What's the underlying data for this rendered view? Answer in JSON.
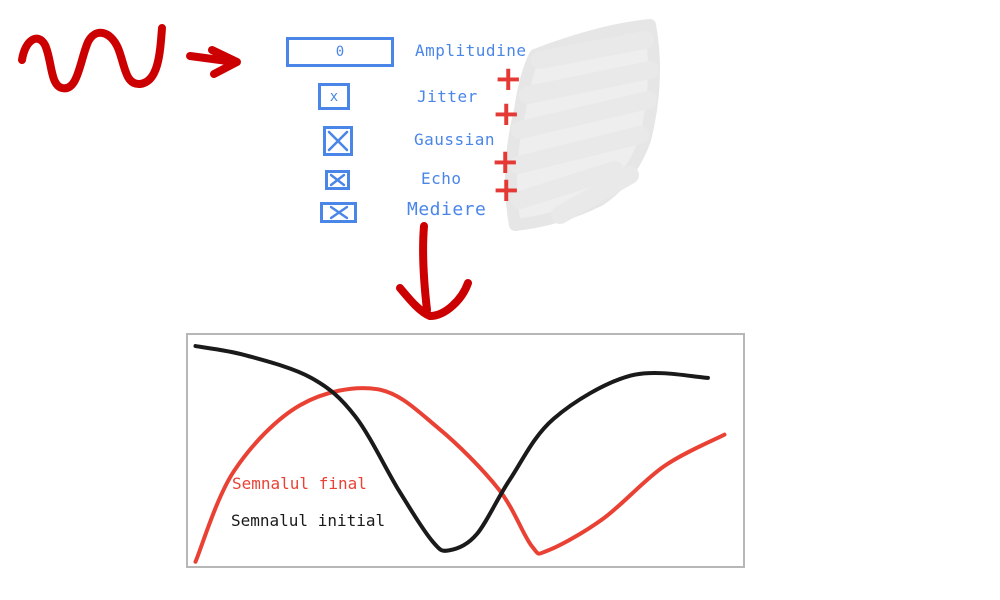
{
  "colors": {
    "accent_blue": "#4a86e8",
    "annotation_red": "#cc0000",
    "plus_red": "#e53935",
    "final_signal": "#e94235",
    "initial_signal": "#1a1a1a",
    "scribble_gray": "#eeeeee",
    "frame_gray": "#b7b7b7"
  },
  "controls": {
    "amplitude_value": "0",
    "amplitude_label": "Amplitudine",
    "jitter_mark": "x",
    "jitter_label": "Jitter",
    "gaussian_label": "Gaussian",
    "echo_label": "Echo",
    "mediere_label": "Mediere"
  },
  "icons": {
    "plus": "+",
    "input_wave": "wave-icon",
    "right_arrow": "arrow-right-icon",
    "down_arrow": "arrow-down-icon",
    "checkbox_checked": "checkbox-x-icon"
  },
  "chart_data": {
    "type": "line",
    "title": "",
    "xlabel": "",
    "ylabel": "",
    "xlim": [
      0,
      1
    ],
    "ylim": [
      0,
      1
    ],
    "grid": false,
    "legend_position": "left",
    "series": [
      {
        "name": "Semnalul final",
        "color": "#e94235",
        "x": [
          0.01,
          0.08,
          0.2,
          0.34,
          0.45,
          0.56,
          0.62,
          0.65,
          0.75,
          0.86,
          0.97
        ],
        "y": [
          0.01,
          0.41,
          0.7,
          0.77,
          0.6,
          0.33,
          0.08,
          0.06,
          0.2,
          0.43,
          0.57
        ]
      },
      {
        "name": "Semnalul initial",
        "color": "#1a1a1a",
        "x": [
          0.01,
          0.1,
          0.22,
          0.3,
          0.38,
          0.44,
          0.47,
          0.52,
          0.58,
          0.66,
          0.8,
          0.94
        ],
        "y": [
          0.96,
          0.92,
          0.82,
          0.65,
          0.32,
          0.1,
          0.06,
          0.13,
          0.37,
          0.64,
          0.83,
          0.82
        ]
      }
    ]
  }
}
